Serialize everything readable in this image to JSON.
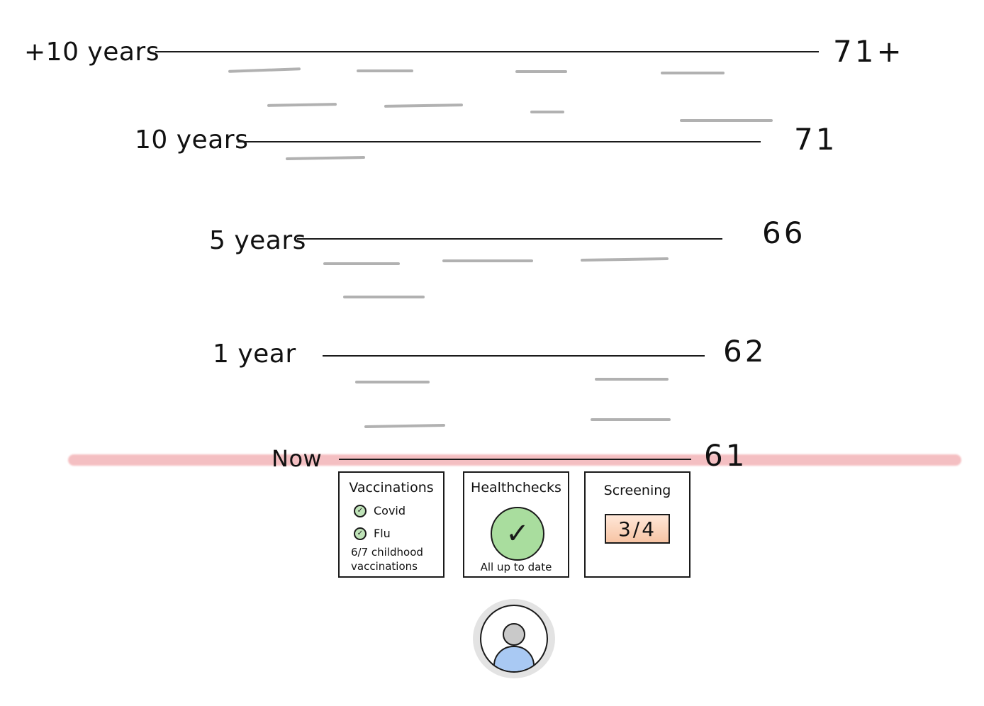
{
  "timeline": [
    {
      "label": "+10 years",
      "age": "71+"
    },
    {
      "label": "10 years",
      "age": "71"
    },
    {
      "label": "5 years",
      "age": "66"
    },
    {
      "label": "1 year",
      "age": "62"
    },
    {
      "label": "Now",
      "age": "61"
    }
  ],
  "cards": {
    "vaccinations": {
      "title": "Vaccinations",
      "items": [
        "Covid",
        "Flu"
      ],
      "note": "6/7 childhood vaccinations"
    },
    "healthchecks": {
      "title": "Healthchecks",
      "status": "All up to date"
    },
    "screening": {
      "title": "Screening",
      "value": "3/4"
    }
  },
  "icons": {
    "check": "check-icon",
    "avatar": "user-avatar-icon"
  },
  "colors": {
    "now_highlight": "#f3b5b8",
    "check_green": "#a9dd9e",
    "screening_orange": "#f7c4a4",
    "avatar_blue": "#a9c9f3",
    "placeholder_grey": "#a9a9a9"
  }
}
